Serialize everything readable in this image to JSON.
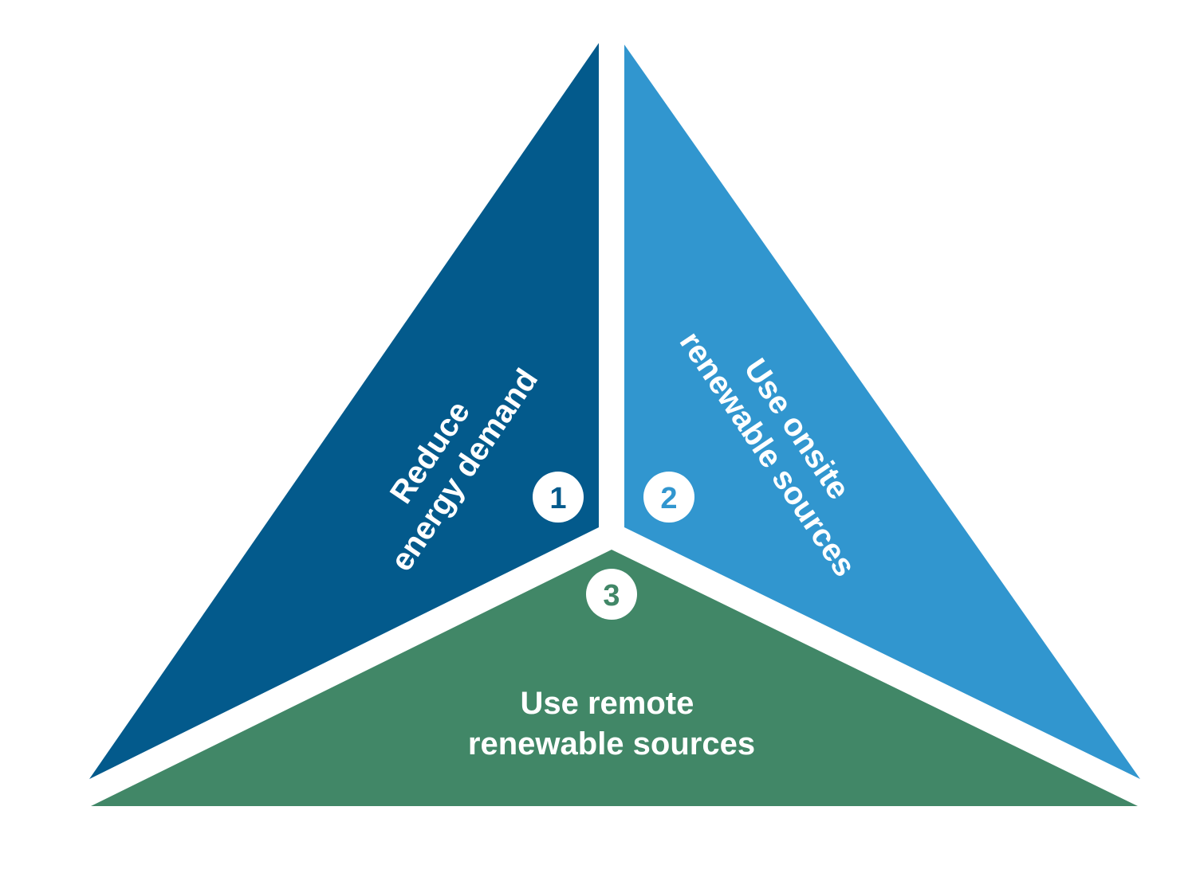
{
  "colors": {
    "segment_1": "#035a8c",
    "segment_2": "#3196cf",
    "segment_3": "#418767",
    "background": "#ffffff",
    "badge_fill": "#ffffff"
  },
  "segments": [
    {
      "number": "1",
      "line1": "Reduce",
      "line2": "energy demand"
    },
    {
      "number": "2",
      "line1": "Use onsite",
      "line2": "renewable sources"
    },
    {
      "number": "3",
      "line1": "Use remote",
      "line2": "renewable sources"
    }
  ]
}
